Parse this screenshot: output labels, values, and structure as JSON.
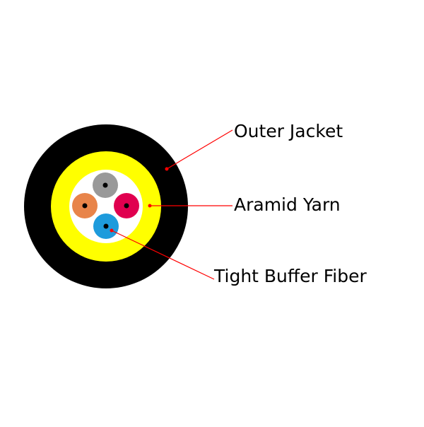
{
  "labels": {
    "outer_jacket": "Outer Jacket",
    "aramid_yarn": "Aramid Yarn",
    "tight_buffer_fiber": "Tight Buffer Fiber"
  },
  "colors": {
    "jacket": "#000000",
    "aramid": "#ffff00",
    "core": "#ffffff",
    "leader_line": "#ff0000",
    "fibers": [
      "#999999",
      "#e8844a",
      "#e0004f",
      "#1e9bdc"
    ],
    "fiber_core": "#000000"
  }
}
